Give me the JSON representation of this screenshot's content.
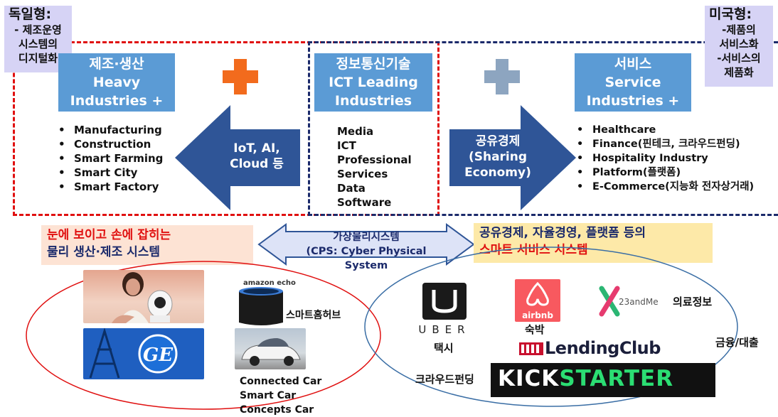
{
  "colors": {
    "red": "#e01010",
    "navy": "#1b2a6b",
    "sector_blue": "#5b9bd5",
    "arrow_blue": "#2f5597",
    "orange_cross": "#f26b1d",
    "gray_cross": "#8da5c0",
    "lavender": "#d6d3f5"
  },
  "german_model": {
    "title": "독일형:",
    "lines": [
      "- 제조운영",
      "시스템의",
      "디지털화"
    ]
  },
  "american_model": {
    "title": "미국형:",
    "lines": [
      "-제품의",
      "서비스화",
      "-서비스의",
      "제품화"
    ]
  },
  "manufacturing": {
    "lines": [
      "제조·생산",
      "Heavy",
      "Industries +"
    ],
    "items": [
      "Manufacturing",
      "Construction",
      "Smart Farming",
      "Smart City",
      "Smart Factory"
    ]
  },
  "ict": {
    "lines": [
      "정보통신기술",
      "ICT Leading",
      "Industries"
    ],
    "items": [
      "Media",
      "ICT",
      "Professional",
      "Services",
      "Data",
      "Software"
    ]
  },
  "service": {
    "lines": [
      "서비스",
      "Service",
      "Industries +"
    ],
    "items": [
      "Healthcare",
      "Finance(핀테크, 크라우드펀딩)",
      "Hospitality Industry",
      "Platform(플랫폼)",
      "E-Commerce(지능화 전자상거래)"
    ]
  },
  "left_arrow": {
    "lines": [
      "IoT, AI,",
      "Cloud 등"
    ]
  },
  "right_arrow": {
    "lines": [
      "공유경제",
      "(Sharing",
      "Economy)"
    ]
  },
  "physical_band": {
    "line1": "눈에 보이고 손에 잡히는",
    "line2": "물리 생산·제조 시스템"
  },
  "cps": {
    "line1": "가상물리시스템",
    "line2": "(CPS: Cyber Physical System"
  },
  "smart_band": {
    "line1": "공유경제, 자율경영, 플랫폼 등의",
    "line2": "스마트 서비스 시스템"
  },
  "left_ellipse": {
    "amazon_logo": "amazon echo",
    "smart_hub": "스마트홈허브",
    "ge_logo": "GE",
    "cars": [
      "Connected Car",
      "Smart Car",
      "Concepts Car"
    ]
  },
  "right_ellipse": {
    "uber": "UBER",
    "taxi": "택시",
    "airbnb": "airbnb",
    "lodging": "숙박",
    "twentythree": "23andMe",
    "medical": "의료정보",
    "lendingclub": "LendingClub",
    "finance": "금융/대출",
    "crowdfunding": "크라우드펀딩",
    "kickstarter_a": "KICK",
    "kickstarter_b": "STARTER"
  }
}
